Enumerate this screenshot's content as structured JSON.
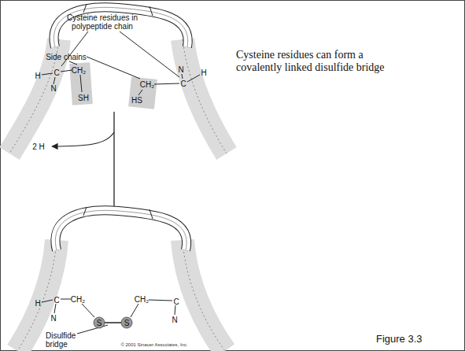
{
  "diagram": {
    "caption": "Figure 3.3",
    "labels": [
      "Cysteine residues in polypeptide chain",
      "Side chains",
      "H",
      "C",
      "N",
      "CH₂",
      "SH",
      "HS",
      "CH₂",
      "N",
      "C",
      "H",
      "2 H",
      "H",
      "C",
      "CH₂",
      "CH₂",
      "C",
      "N",
      "N",
      "S",
      "S",
      "Disulfide bridge",
      "© 2001 Sinauer Associates, Inc.",
      "Cysteine residues can form a covalently linked disulfide bridge"
    ]
  }
}
